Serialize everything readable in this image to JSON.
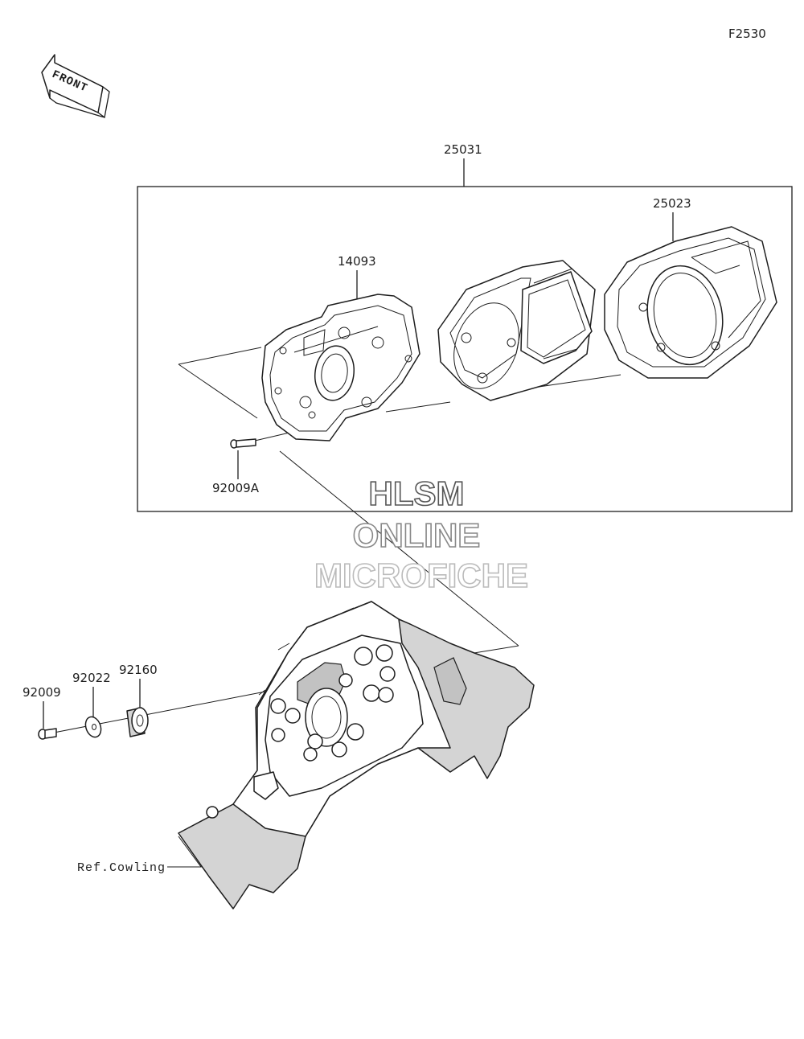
{
  "figure_code": "F2530",
  "front_label": "FRONT",
  "callouts": {
    "assembly": "25031",
    "case_cover": "25023",
    "case_lower": "14093",
    "screw_a": "92009A",
    "screw": "92009",
    "washer": "92022",
    "grommet": "92160",
    "reference": "Ref.Cowling"
  },
  "watermark": {
    "line1": "HLSM",
    "line2": "ONLINE",
    "line3": "MICROFICHE",
    "colors": [
      "#555555",
      "#888888",
      "#bbbbbb"
    ]
  }
}
